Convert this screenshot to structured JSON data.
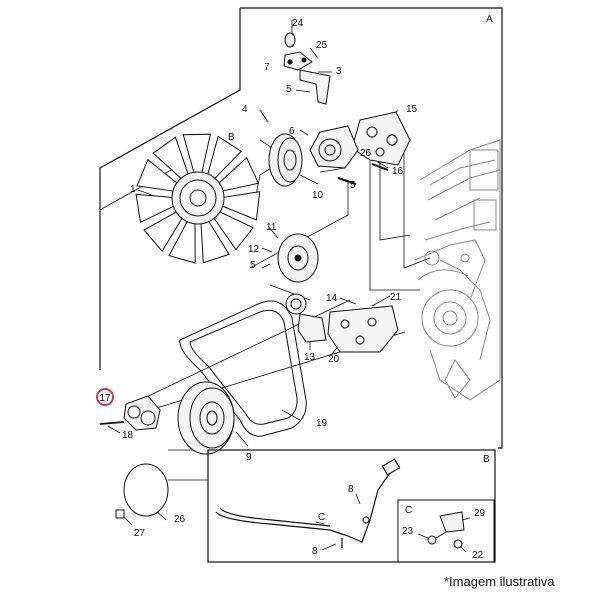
{
  "diagram": {
    "panel_letters": {
      "main": "A",
      "detail_b": "B",
      "detail_c": "C"
    },
    "callouts": {
      "c1": "1",
      "c3": "3",
      "c4": "4",
      "c5a": "5",
      "c5b": "5",
      "c6": "6",
      "c7": "7",
      "c8a": "8",
      "c8b": "8",
      "c9": "9",
      "c10": "10",
      "c11": "11",
      "c12": "12",
      "c13": "13",
      "c14": "14",
      "c15": "15",
      "c16": "16",
      "c17": "17",
      "c18": "18",
      "c19": "19",
      "c20": "20",
      "c21": "21",
      "c22": "22",
      "c23": "23",
      "c24": "24",
      "c25": "25",
      "c26a": "26",
      "c26b": "26",
      "c27": "27",
      "c29": "29",
      "cB": "B",
      "cC": "C"
    },
    "highlighted_callout": "17",
    "caption": "*Imagem ilustrativa",
    "colors": {
      "highlight": "#d9344a",
      "line": "#111111",
      "part_fill": "#f4f4f4",
      "engine": "#8a8a8a"
    }
  }
}
